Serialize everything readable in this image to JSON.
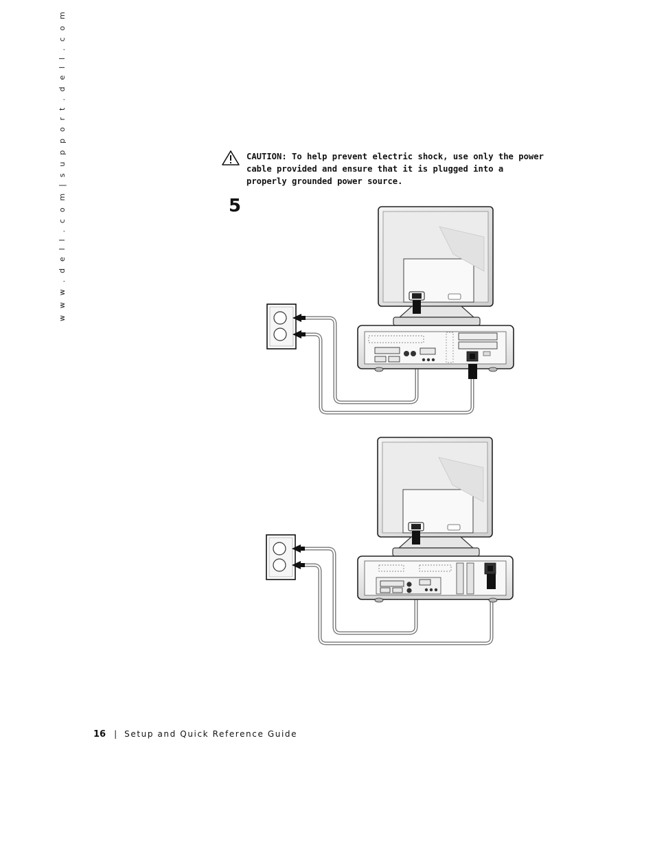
{
  "sidebar": {
    "url_text": "w w w . d e l l . c o m   |   s u p p o r t . d e l l . c o m"
  },
  "caution": {
    "label": "CAUTION:",
    "text": " To help prevent electric shock, use only the power cable provided and ensure that it is plugged into a properly grounded power source."
  },
  "step": {
    "number": "5"
  },
  "illustrations": [
    {
      "name": "monitor-and-small-desktop-power-connection",
      "icons": [
        "wall-outlet-icon",
        "monitor-icon",
        "computer-icon",
        "power-cable-icon"
      ]
    },
    {
      "name": "monitor-and-small-form-factor-power-connection",
      "icons": [
        "wall-outlet-icon",
        "monitor-icon",
        "computer-icon",
        "power-cable-icon"
      ]
    }
  ],
  "footer": {
    "page_number": "16",
    "separator": "|",
    "title": "Setup and Quick Reference Guide"
  }
}
